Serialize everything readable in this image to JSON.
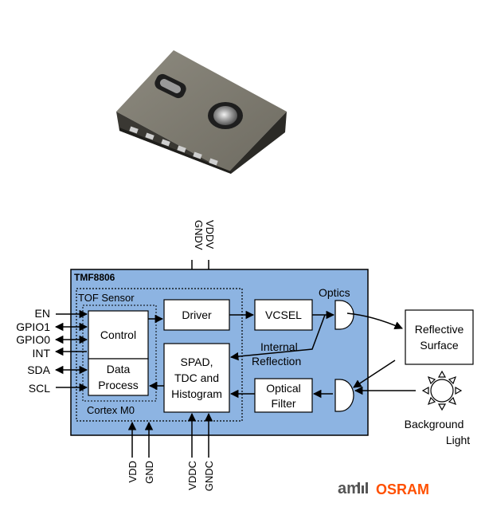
{
  "chip": {
    "name": "TMF8806",
    "tof_section": "TOF Sensor",
    "mcu": "Cortex M0"
  },
  "blocks": {
    "driver": "Driver",
    "vcsel": "VCSEL",
    "control": "Control",
    "data_process": [
      "Data",
      "Process"
    ],
    "spad": [
      "SPAD,",
      "TDC and",
      "Histogram"
    ],
    "optical_filter": [
      "Optical",
      "Filter"
    ]
  },
  "labels": {
    "optics": "Optics",
    "internal_reflection": [
      "Internal",
      "Reflection"
    ],
    "reflective_surface": [
      "Reflective",
      "Surface"
    ],
    "background_light": [
      "Background",
      "Light"
    ]
  },
  "pins_left": [
    "EN",
    "GPIO1",
    "GPIO0",
    "INT",
    "SDA",
    "SCL"
  ],
  "pins_top": [
    "GNDV",
    "VDDV"
  ],
  "pins_bottom": [
    "VDD",
    "GND",
    "VDDC",
    "GNDC"
  ],
  "logo": {
    "am": "am",
    "osram": "OSRAM",
    "osram_color": "#ff5000"
  },
  "colors": {
    "chip_fill": "#8db4e2",
    "block_fill": "#ffffff",
    "line": "#000000"
  }
}
